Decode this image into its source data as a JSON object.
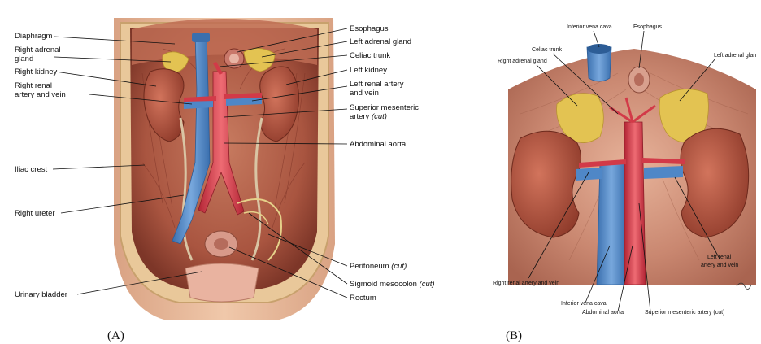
{
  "panels": [
    {
      "caption": "(A)",
      "labels": {
        "diaphragm": "Diaphragm",
        "right_adrenal_1": "Right adrenal",
        "right_adrenal_2": "gland",
        "right_kidney": "Right kidney",
        "right_renal_1": "Right renal",
        "right_renal_2": "artery and vein",
        "iliac_crest": "Iliac crest",
        "right_ureter": "Right ureter",
        "urinary_bladder": "Urinary bladder",
        "esophagus": "Esophagus",
        "left_adrenal": "Left adrenal gland",
        "celiac_trunk": "Celiac trunk",
        "left_kidney": "Left kidney",
        "left_renal_1": "Left renal artery",
        "left_renal_2": "and vein",
        "sup_mes_1": "Superior mesenteric",
        "sup_mes_2": "artery",
        "sup_mes_cut": "(cut)",
        "abdominal_aorta": "Abdominal aorta",
        "peritoneum": "Peritoneum",
        "peritoneum_cut": "(cut)",
        "sigmoid": "Sigmoid mesocolon",
        "sigmoid_cut": "(cut)",
        "rectum": "Rectum"
      }
    },
    {
      "caption": "(B)",
      "labels": {
        "ivc_top": "Inferior vena cava",
        "esophagus": "Esophagus",
        "celiac_trunk": "Celiac trunk",
        "right_adrenal": "Right adrenal gland",
        "left_adrenal": "Left adrenal glan",
        "left_renal_1": "Left renal",
        "left_renal_2": "artery and vein",
        "right_renal": "Right renal artery and vein",
        "ivc_bottom": "Inferior vena cava",
        "abdominal_aorta": "Abdominal aorta",
        "sup_mes": "Superior mesenteric artery (cut)"
      }
    }
  ],
  "colors": {
    "muscle": "#b65c48",
    "muscle_dark": "#8a3a2c",
    "kidney": "#b5533f",
    "vein": "#4f87c7",
    "artery": "#d23a48",
    "adrenal": "#e3c352",
    "skin": "#e6b898",
    "fascia": "#d7b89a"
  }
}
